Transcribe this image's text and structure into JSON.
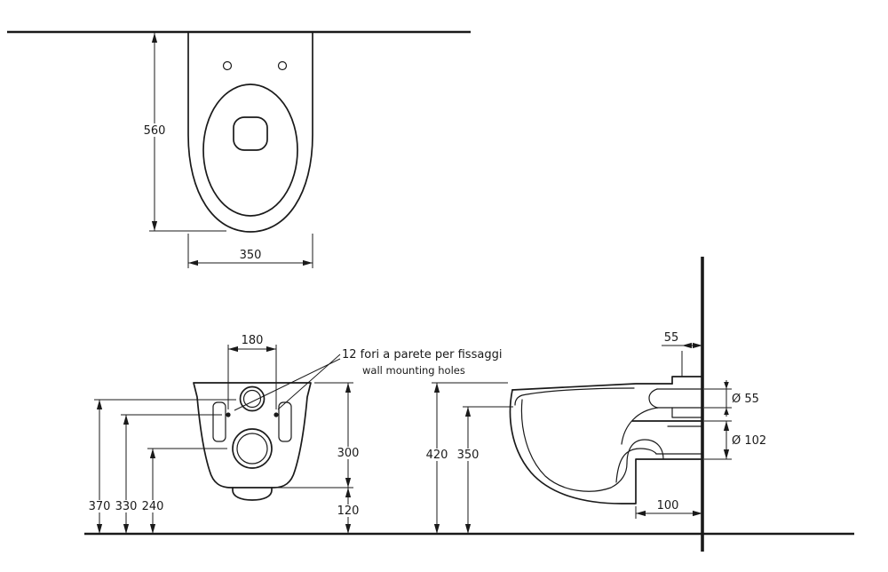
{
  "colors": {
    "line": "#1a1a1a",
    "background": "#ffffff"
  },
  "plan_view": {
    "dim_depth": "560",
    "dim_width": "350"
  },
  "front_view": {
    "dim_hole_spacing": "180",
    "dim_height_flush": "370",
    "dim_height_holes": "330",
    "dim_height_drain": "240",
    "dim_body_height": "300",
    "dim_clearance": "120",
    "note_line1": "12 fori a parete per fissaggi",
    "note_line2": "wall mounting holes"
  },
  "side_view": {
    "dim_top_offset": "55",
    "dim_flush_pipe": "Ø 55",
    "dim_drain_pipe": "Ø 102",
    "dim_total_height": "420",
    "dim_bowl_height": "350",
    "dim_bottom_recess": "100"
  }
}
